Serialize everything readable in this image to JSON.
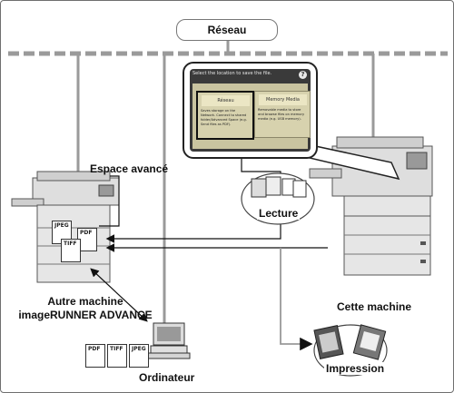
{
  "labels": {
    "network": "Réseau",
    "advanced_space": "Espace avancé",
    "reading": "Lecture",
    "other_machine_line1": "Autre machine",
    "other_machine_line2": "imageRUNNER ADVANCE",
    "this_machine": "Cette machine",
    "computer": "Ordinateur",
    "printing": "Impression"
  },
  "screen": {
    "header": "Select the location to save the file.",
    "help_icon": "?",
    "options": [
      {
        "title": "Réseau",
        "desc": "Saves storage on the Network. Connect to shared folder/Advanced Space (e.g. Send files as PDF)."
      },
      {
        "title": "Memory Media",
        "desc": "Removable media to store and browse files on memory media (e.g. USB memory)."
      }
    ]
  },
  "file_types": {
    "other_machine": [
      "JPEG",
      "PDF",
      "TIFF"
    ],
    "computer": [
      "PDF",
      "TIFF",
      "JPEG"
    ]
  }
}
